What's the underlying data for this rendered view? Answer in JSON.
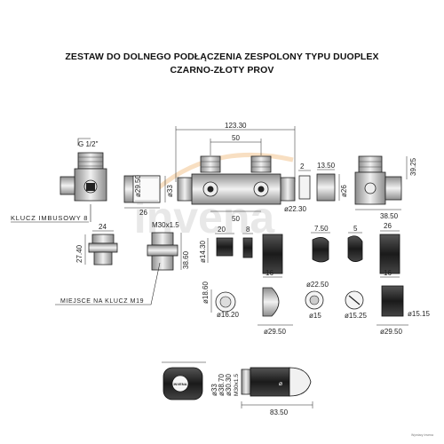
{
  "title": {
    "line1": "ZESTAW DO DOLNEGO PODŁĄCZENIA ZESPOLONY TYPU DUOPLEX",
    "line2": "CZARNO-ZŁOTY PROV"
  },
  "watermark": "invena",
  "labels": {
    "thread": "G 1/2\"",
    "allen_key": "KLUCZ IMBUSOWY 8",
    "spanner_place": "MIEJSCE NA KLUCZ M19",
    "m30_top": "M30x1.5",
    "m30_bottom": "M30x1.5",
    "knob_brand": "INVENA"
  },
  "dims": {
    "d123": "123.30",
    "d50_top": "50",
    "d50_bottom": "50",
    "d2": "2",
    "d13_50": "13.50",
    "d39_25": "39.25",
    "d38_50": "38.50",
    "d_dia29_50_a": "ø29.50",
    "d_dia33": "ø33",
    "d26_a": "26",
    "d_dia22_30": "ø22.30",
    "d_dia26": "ø26",
    "d24": "24",
    "d27_40": "27.40",
    "d38_60": "38.60",
    "d20": "20",
    "d8": "8",
    "d_dia14_30": "ø14.30",
    "d16_a": "16",
    "d7_50": "7.50",
    "d5": "5",
    "d26_b": "26",
    "d16_b": "16",
    "d_dia18_60": "ø18.60",
    "d_dia16_20": "ø16.20",
    "d_dia22_50": "ø22.50",
    "d_dia15": "ø15",
    "d_dia15_25": "ø15.25",
    "d_dia15_15": "ø15.15",
    "d_dia29_50_b": "ø29.50",
    "d_dia29_50_c": "ø29.50",
    "d_dia33_bottom": "ø33",
    "d_dia38_70": "ø38.70",
    "d_dia30_30": "ø30.30",
    "d83_50": "83.50"
  },
  "footer": "Wymiary Invena",
  "colors": {
    "line": "#222222",
    "metal": "#cfcfcf",
    "dark": "#2a2a2a",
    "watermark": "#e6e6e6",
    "accent": "#f0a04b"
  }
}
